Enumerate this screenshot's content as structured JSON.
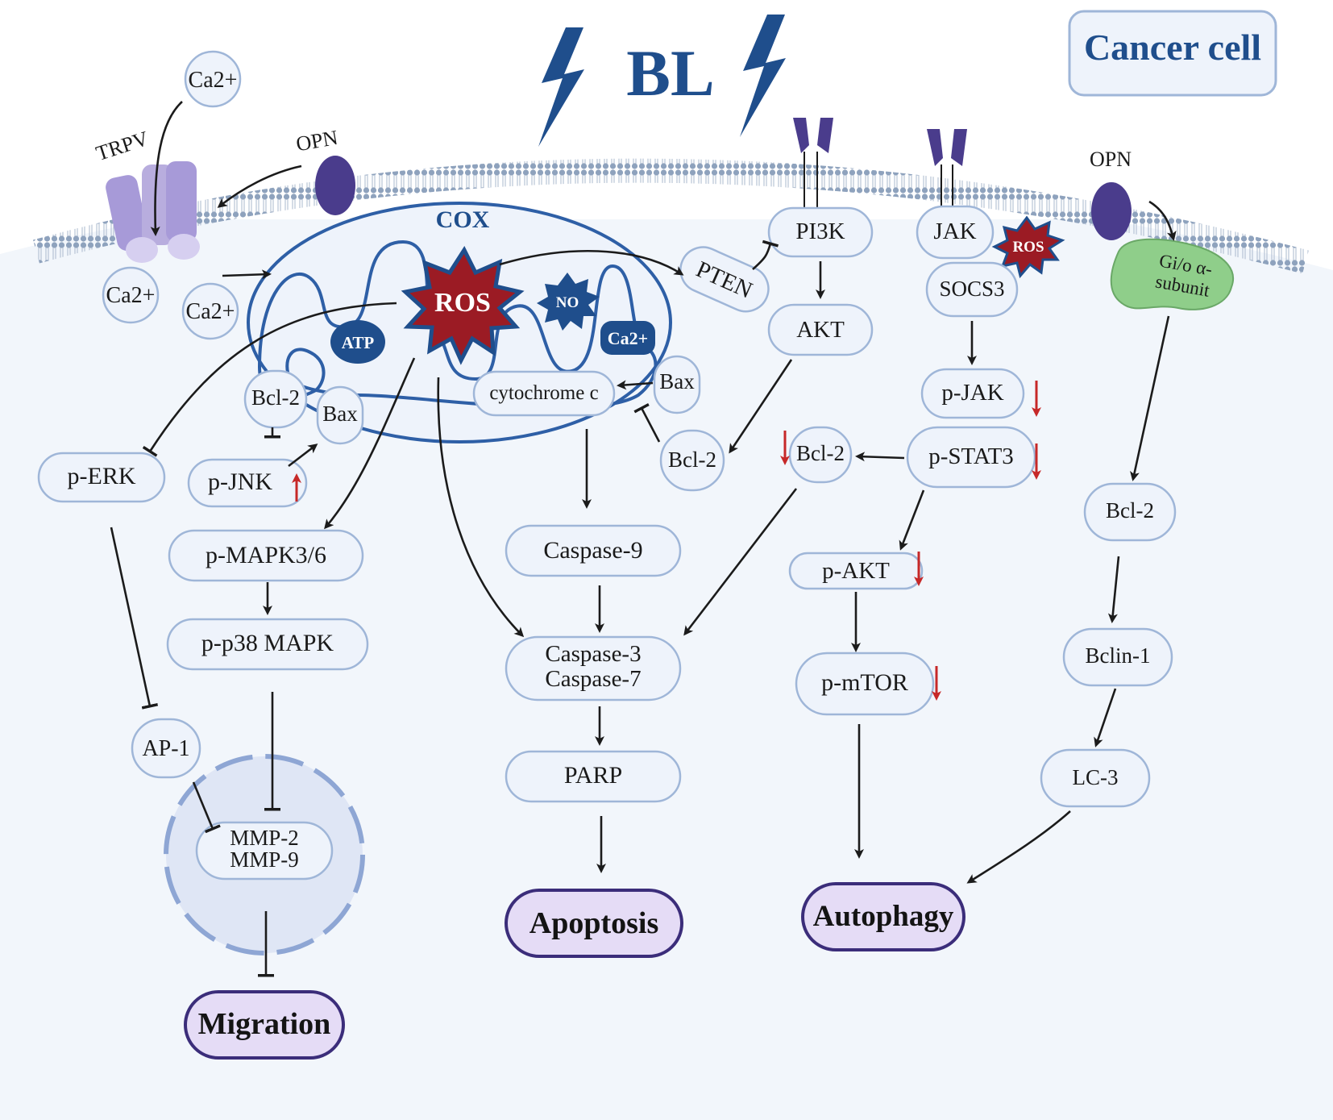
{
  "labels": {
    "cancer_cell": "Cancer cell",
    "bl": "BL",
    "trpv": "TRPV",
    "opn_left": "OPN",
    "opn_right": "OPN",
    "ca_top": "Ca2+",
    "ca_left1": "Ca2+",
    "ca_left2": "Ca2+",
    "cox": "COX",
    "ros_main": "ROS",
    "ros_small": "ROS",
    "no": "NO",
    "atp": "ATP",
    "ca_mito": "Ca2+",
    "cytochrome_c": "cytochrome c",
    "bcl2_mito": "Bcl-2",
    "bax_mito": "Bax",
    "bax_right": "Bax",
    "bcl2_right": "Bcl-2",
    "p_erk": "p-ERK",
    "p_jnk": "p-JNK",
    "p_mapk": "p-MAPK3/6",
    "p_p38": "p-p38 MAPK",
    "ap1": "AP-1",
    "mmp2": "MMP-2",
    "mmp9": "MMP-9",
    "migration": "Migration",
    "caspase9": "Caspase-9",
    "caspase3": "Caspase-3",
    "caspase7": "Caspase-7",
    "parp": "PARP",
    "apoptosis": "Apoptosis",
    "pi3k": "PI3K",
    "pten": "PTEN",
    "akt": "AKT",
    "jak": "JAK",
    "socs3": "SOCS3",
    "p_jak": "p-JAK",
    "p_stat3": "p-STAT3",
    "bcl2_mid": "Bcl-2",
    "p_akt": "p-AKT",
    "p_mtor": "p-mTOR",
    "autophagy": "Autophagy",
    "gio": "Gi/o α-",
    "subunit": "subunit",
    "bcl2_far": "Bcl-2",
    "beclin": "Bclin-1",
    "lc3": "LC-3"
  },
  "colors": {
    "dark_blue": "#1f4e8c",
    "membrane": "#9fb0c8",
    "node_fill": "#eef3fb",
    "node_stroke": "#9fb6d8",
    "ros_red": "#9b1b24",
    "outcome_fill": "#e5dcf6",
    "outcome_stroke": "#3b2d7a",
    "receptor": "#4a3c8c",
    "channel": "#a79ad8",
    "gprotein": "#8fce8a",
    "down_arrow": "#c62828"
  }
}
